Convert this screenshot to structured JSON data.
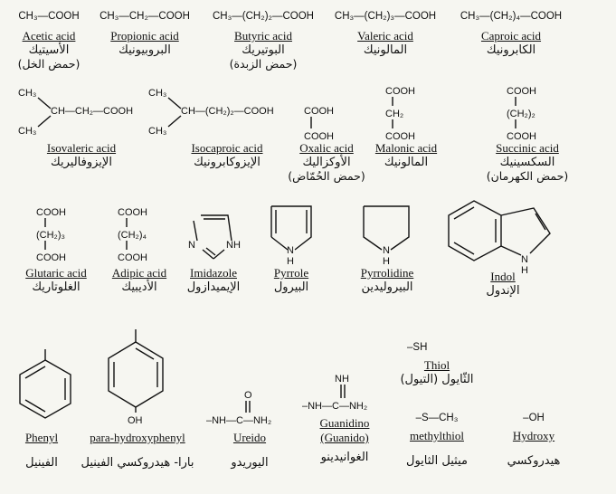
{
  "row1": [
    {
      "formula": "CH₃—COOH",
      "english": "Acetic acid",
      "arabic": "الأسيتيك",
      "arabic_extra": "(حمض الخل)"
    },
    {
      "formula": "CH₃—CH₂—COOH",
      "english": "Propionic acid",
      "arabic": "البروبيونيك",
      "arabic_extra": ""
    },
    {
      "formula": "CH₃—(CH₂)₂—COOH",
      "english": "Butyric acid",
      "arabic": "البوتيريك",
      "arabic_extra": "(حمض الزبدة)"
    },
    {
      "formula": "CH₃—(CH₂)₃—COOH",
      "english": "Valeric acid",
      "arabic": "المالونيك",
      "arabic_extra": ""
    },
    {
      "formula": "CH₃—(CH₂)₄—COOH",
      "english": "Caproic acid",
      "arabic": "الكابرونيك",
      "arabic_extra": ""
    }
  ],
  "row2": {
    "isovaleric": {
      "ch3_top": "CH₃",
      "chain": "CH—CH₂—COOH",
      "ch3_bottom": "CH₃",
      "english": "Isovaleric acid",
      "arabic": "الإيزوفاليريك"
    },
    "isocaproic": {
      "ch3_top": "CH₃",
      "chain": "CH—(CH₂)₂—COOH",
      "ch3_bottom": "CH₃",
      "english": "Isocaproic acid",
      "arabic": "الإيزوكابرونيك"
    },
    "oxalic": {
      "top": "COOH",
      "bottom": "COOH",
      "english": "Oxalic acid",
      "arabic": "الأوكزاليك",
      "arabic_extra": "(حمض الحُمّاض)"
    },
    "malonic": {
      "top": "COOH",
      "middle": "CH₂",
      "bottom": "COOH",
      "english": "Malonic acid",
      "arabic": "المالونيك"
    },
    "succinic": {
      "top": "COOH",
      "middle": "(CH₂)₂",
      "bottom": "COOH",
      "english": "Succinic acid",
      "arabic": "السكسينيك",
      "arabic_extra": "(حمض الكهرمان)"
    }
  },
  "row3": {
    "glutaric": {
      "top": "COOH",
      "middle": "(CH₂)₃",
      "bottom": "COOH",
      "english": "Glutaric acid",
      "arabic": "الغلوتاريك"
    },
    "adipic": {
      "top": "COOH",
      "middle": "(CH₂)₄",
      "bottom": "COOH",
      "english": "Adipic acid",
      "arabic": "الأديبيك"
    },
    "imidazole": {
      "n_left": "N",
      "nh": "NH",
      "english": "Imidazole",
      "arabic": "الإيميدازول"
    },
    "pyrrole": {
      "nh": "N\nH",
      "n": "N",
      "h": "H",
      "english": "Pyrrole",
      "arabic": "البيرول"
    },
    "pyrrolidine": {
      "n": "N",
      "h": "H",
      "english": "Pyrrolidine",
      "arabic": "البيروليدين"
    },
    "indol": {
      "n": "N",
      "h": "H",
      "english": "Indol",
      "arabic": "الإندول"
    }
  },
  "row4": {
    "thiol": {
      "formula": "–SH",
      "english": "Thiol",
      "arabic": "الثّايول (التيول)"
    },
    "phenyl": {
      "english": "Phenyl",
      "arabic": "الفينيل"
    },
    "parahydroxyphenyl": {
      "oh": "OH",
      "english": "para-hydroxyphenyl",
      "arabic": "بارا- هيدروكسي الفينيل"
    },
    "ureido": {
      "o": "O",
      "nh": "–NH—C—NH₂",
      "english": "Ureido",
      "arabic": "اليوريدو"
    },
    "guanidino": {
      "nh_top": "NH",
      "formula": "–NH—C—NH₂",
      "english": "Guanidino",
      "english2": "(Guanido)",
      "arabic": "الغوانيدينو"
    },
    "methylthiol": {
      "formula": "–S—CH₃",
      "english": "methylthiol",
      "arabic": "ميثيل الثايول"
    },
    "hydroxy": {
      "formula": "–OH",
      "english": "Hydroxy",
      "arabic": "هيدروكسي"
    }
  }
}
